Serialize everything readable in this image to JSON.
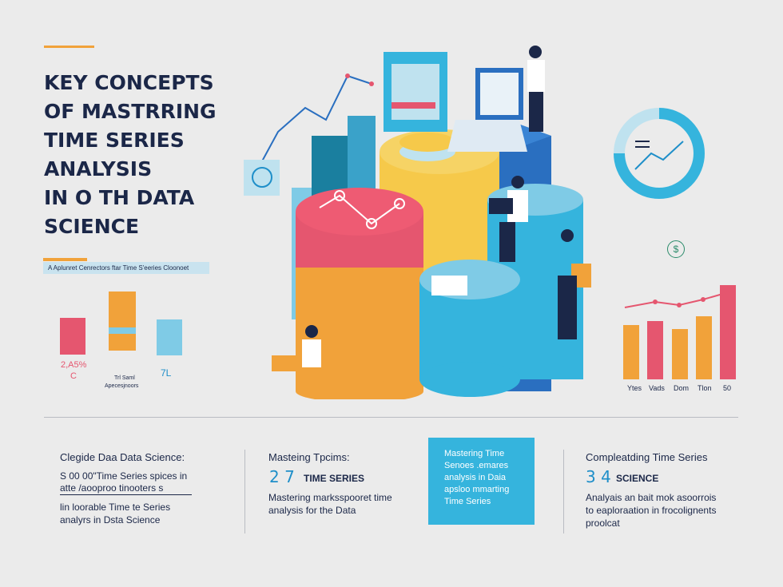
{
  "title_lines": [
    "KEY CONCEPTS",
    "OF MASTRRING",
    "TIME SERIES",
    "ANALYSIS",
    "IN O TH DATA",
    "SCIENCE"
  ],
  "subtitle": "A Aplunret Cenrectors ftar Time S'eeries Cloonoet",
  "left_chart": {
    "labels": [
      "2,A5%",
      "C",
      "Trl Saml",
      "Apecesjnoors",
      "7L"
    ]
  },
  "right_chart": {
    "icon_symbol": "$",
    "labels": [
      "Ytes",
      "Vads",
      "Dom",
      "Tlon",
      "50"
    ]
  },
  "columns": [
    {
      "title": "Clegide Daa Data Science:",
      "text1": "S 00 00\"Time Series spices in",
      "text2": "atte /aooproo tinooters s",
      "text3": "lin loorable Time te Series",
      "text4": "analyrs in Dsta Science"
    },
    {
      "title": "Masteing Tpcims:",
      "number": "2 7",
      "label": "TIME SERIES",
      "text1": "Mastering marksspooret time",
      "text2": "analysis for the Data"
    },
    {
      "box_lines": [
        "Mastering Time",
        "Senoes .emares",
        "analysis in Daia",
        "apsloo mmarting",
        "Time Series"
      ]
    },
    {
      "title": "Compleatding Time Series",
      "number": "3 4",
      "label": "SCIENCE",
      "text1": "Analyais an bait mok asoorrois",
      "text2": "to eaploraation in frocolignents",
      "text3": "proolcat"
    }
  ],
  "colors": {
    "navy": "#1b2748",
    "blue": "#35b4dd",
    "deep_blue": "#2a6fc0",
    "orange": "#f1a23a",
    "pink": "#e5566f",
    "light_blue": "#7fcbe6"
  }
}
